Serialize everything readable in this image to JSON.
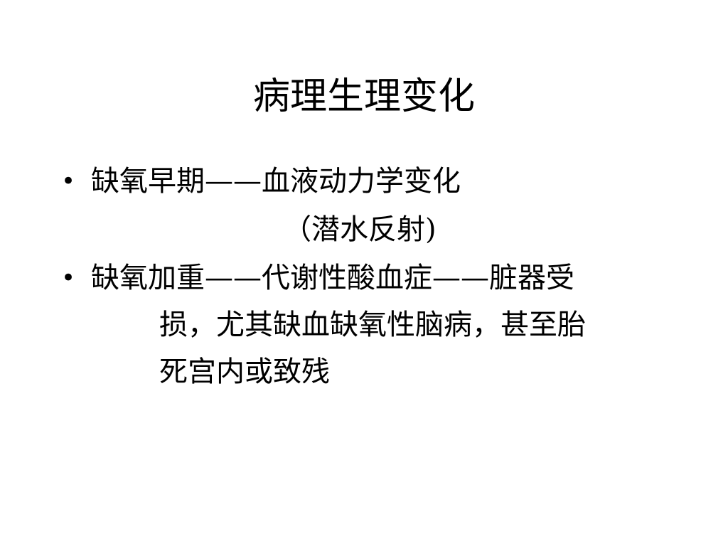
{
  "slide": {
    "title": "病理生理变化",
    "bullets": [
      {
        "marker": "•",
        "lines": [
          "缺氧早期——血液动力学变化",
          "（潜水反射)"
        ]
      },
      {
        "marker": "•",
        "lines": [
          "缺氧加重——代谢性酸血症——脏器受",
          "损，尤其缺血缺氧性脑病，甚至胎",
          "死宫内或致残"
        ]
      }
    ]
  }
}
